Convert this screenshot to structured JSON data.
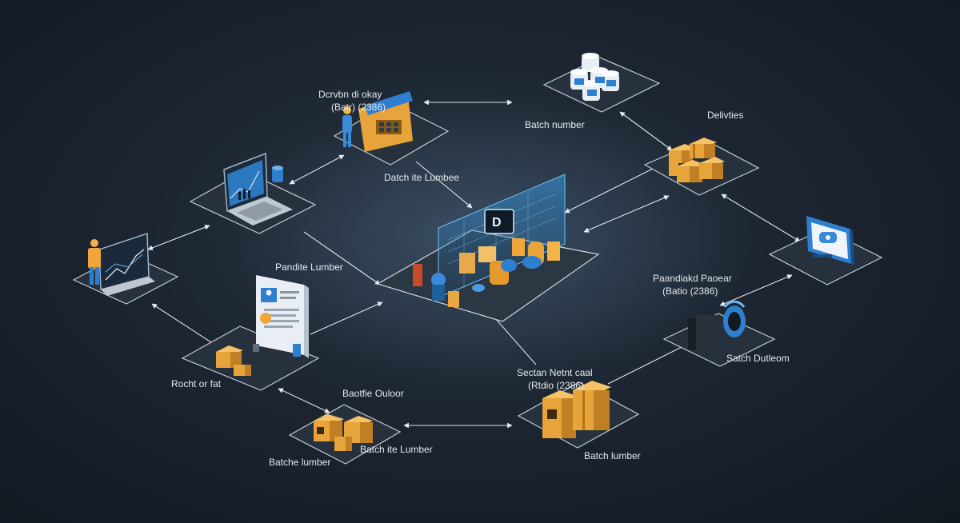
{
  "labels": {
    "top_center_label_line1": "Dcrvbn di okay",
    "top_center_label_line2": "(Batr) (2386)",
    "top_right_batch": "Batch number",
    "deliveries": "Delivties",
    "dash_batch": "Datch ite Lumbee",
    "mid_left_batch": "Pandite Lumber",
    "right_mid_line1": "Paandiakd Paoear",
    "right_mid_line2": "(Batio (2386)",
    "batch_outer_right": "Satch Dutleom",
    "bottom_center_line1": "Sectan Netnt caal",
    "bottom_center_line2": "(Rtdio (2386)",
    "bottom_center_batch": "Batch lumber",
    "bottom_left_node": "Rocht or fat",
    "bottom_mid_top": "Baotfie Ouloor",
    "bottom_mid_left": "Batche lumber",
    "bottom_mid_right": "Batch ite Lumber"
  },
  "colors": {
    "background": "#1c2531",
    "accent_orange": "#e7a43a",
    "accent_blue": "#2f7fd0",
    "line": "#dfe5ec"
  },
  "icons": {
    "central_hub": "hologram-hub-icon",
    "barrels": "barrels-icon",
    "crates": "crates-icon",
    "monitor": "monitor-icon",
    "laptop": "laptop-chart-icon",
    "workstation": "worker-screen-icon",
    "warehouse": "warehouse-folder-icon",
    "document": "document-profile-icon",
    "scanner": "scanner-icon"
  }
}
